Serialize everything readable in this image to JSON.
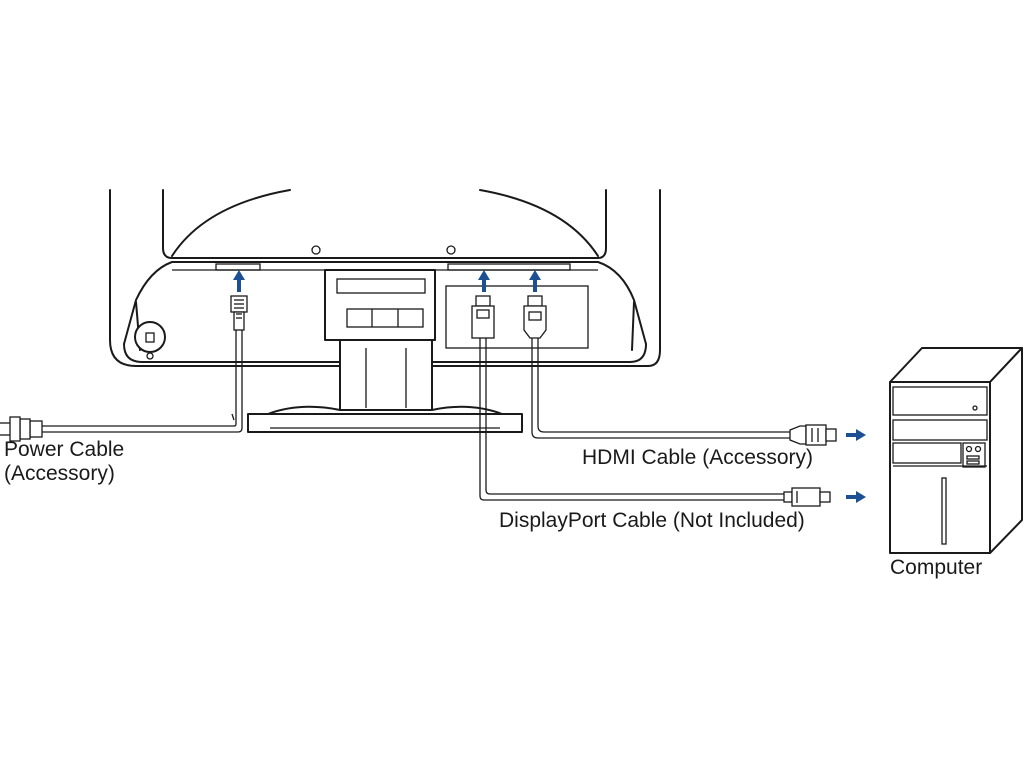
{
  "labels": {
    "power_cable": [
      "Power Cable",
      "(Accessory)"
    ],
    "hdmi_cable": "HDMI Cable (Accessory)",
    "displayport_cable": "DisplayPort Cable (Not Included)",
    "computer": "Computer"
  },
  "colors": {
    "line": "#1a1a1a",
    "arrow": "#1c4f93",
    "background": "#ffffff"
  },
  "icons": {
    "connect_arrow": "arrow-up-icon",
    "to_computer_arrow": "arrow-right-icon"
  }
}
